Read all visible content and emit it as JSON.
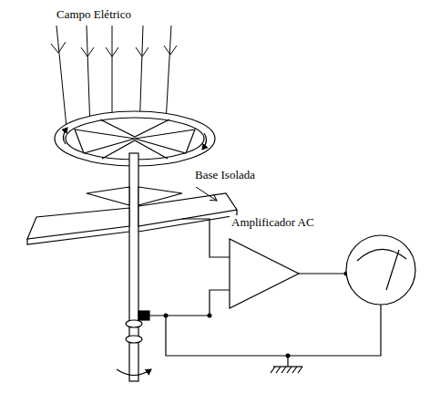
{
  "diagram": {
    "labels": [
      "Campo Elétrico",
      "Base Isolada",
      "Amplificador AC"
    ]
  }
}
